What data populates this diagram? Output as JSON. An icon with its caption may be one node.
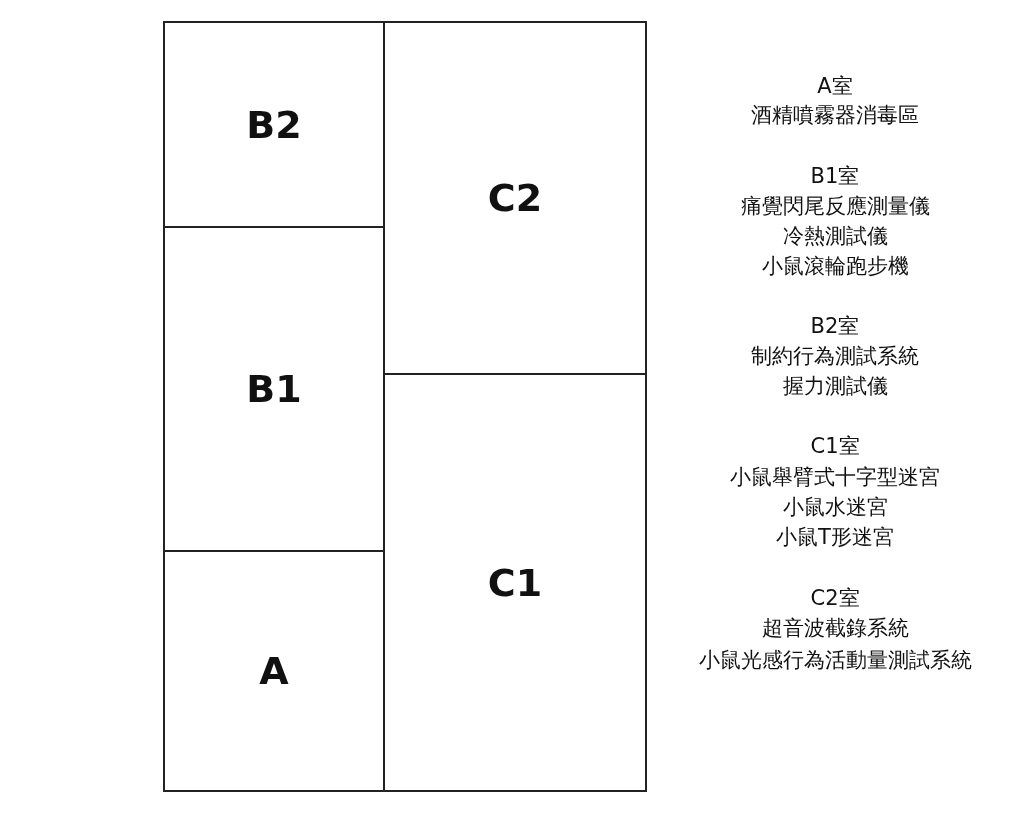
{
  "diagram": {
    "nodes": [
      {
        "text": [
          "B2"
        ]
      },
      {
        "text": [
          "C2"
        ]
      },
      {
        "text": [
          "B1"
        ]
      },
      {
        "text": [
          "C1"
        ]
      },
      {
        "text": [
          "A"
        ]
      }
    ],
    "edges": [],
    "labels": [
      "A室",
      "酒精噴霧器消毒區",
      "B1室",
      "痛覺閃尾反應測量儀",
      "冷熱測試儀",
      "小鼠滾輪跑步機",
      "B2室",
      "制約行為測試系統",
      "握力測試儀",
      "C1室",
      "小鼠舉臂式十字型迷宮",
      "小鼠水迷宮",
      "小鼠T形迷宮",
      "C2室",
      "超音波截錄系統",
      "小鼠光感行為活動量測試系統"
    ]
  }
}
